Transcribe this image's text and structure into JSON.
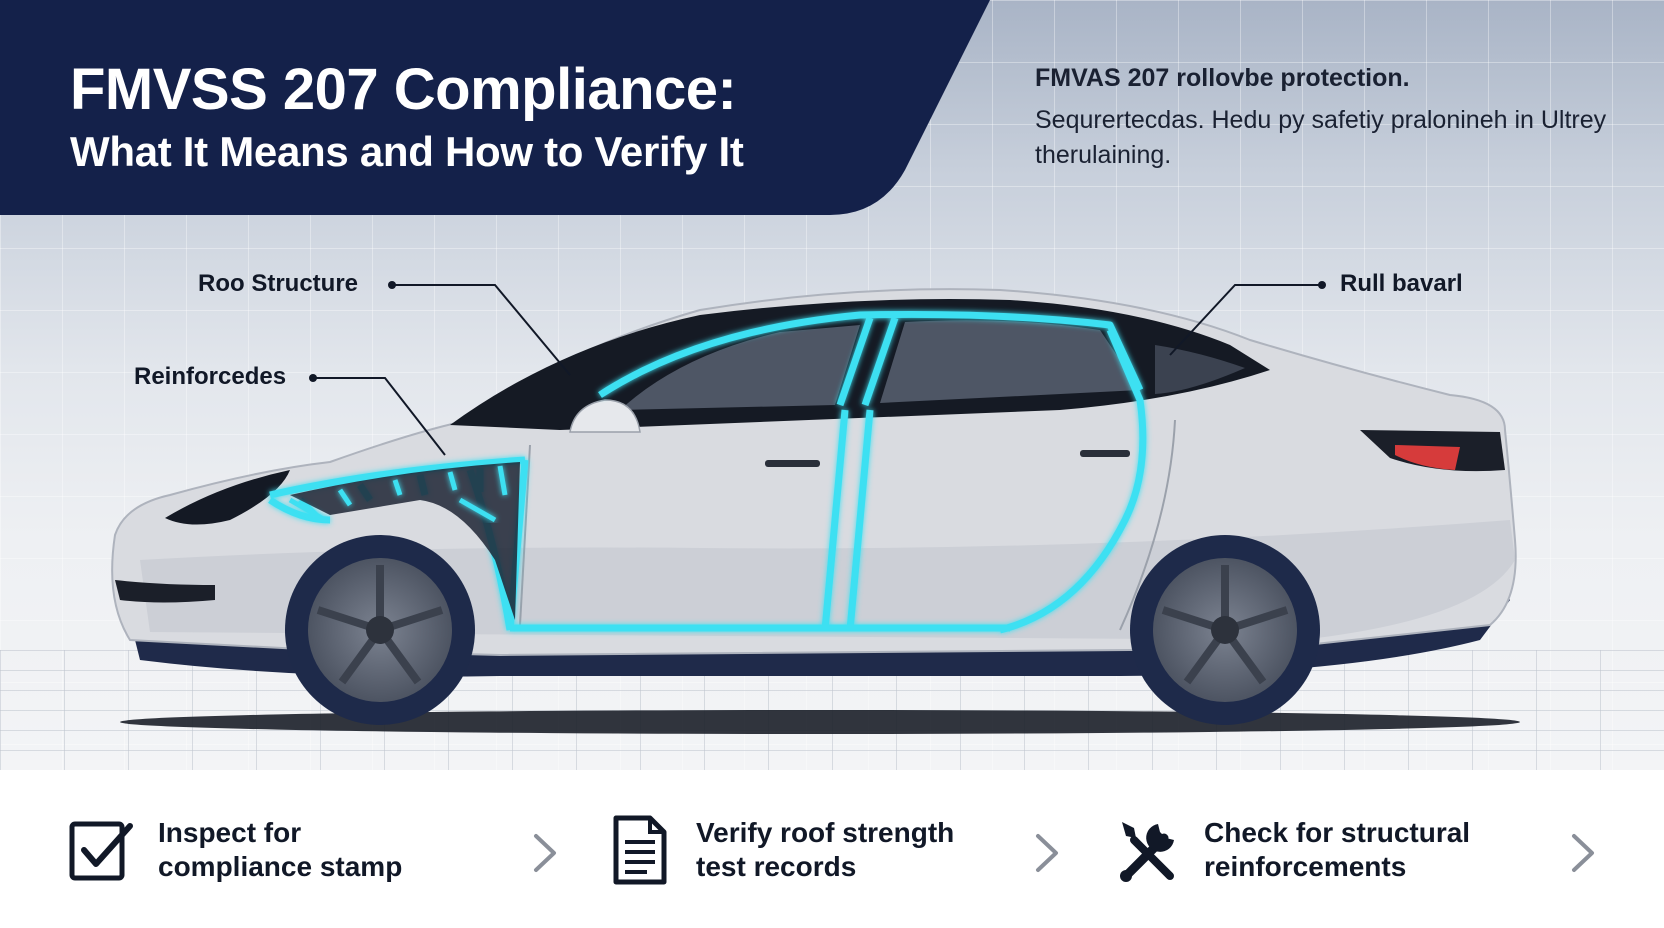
{
  "header": {
    "title_line1": "FMVSS 207 Compliance:",
    "title_line2": "What It Means and How to Verify It"
  },
  "note": {
    "heading": "FMVAS 207 rollovbe protection.",
    "body": "Sequrertecdas. Hedu py safetiy praloninеh in Ultrey therulaining."
  },
  "callouts": {
    "roof_structure": "Roo Structure",
    "reinforcements": "Reinforcedes",
    "roll_bar": "Rull bavarl"
  },
  "steps": [
    {
      "icon": "checkbox-icon",
      "label": "Inspect for compliance stamp"
    },
    {
      "icon": "document-icon",
      "label": "Verify roof strength test records"
    },
    {
      "icon": "tools-icon",
      "label": "Check for structural reinforcements"
    }
  ],
  "colors": {
    "navy": "#14214a",
    "highlight": "#3ee0f2",
    "car_body": "#d9dbe0",
    "tail_light": "#d63b3b"
  }
}
